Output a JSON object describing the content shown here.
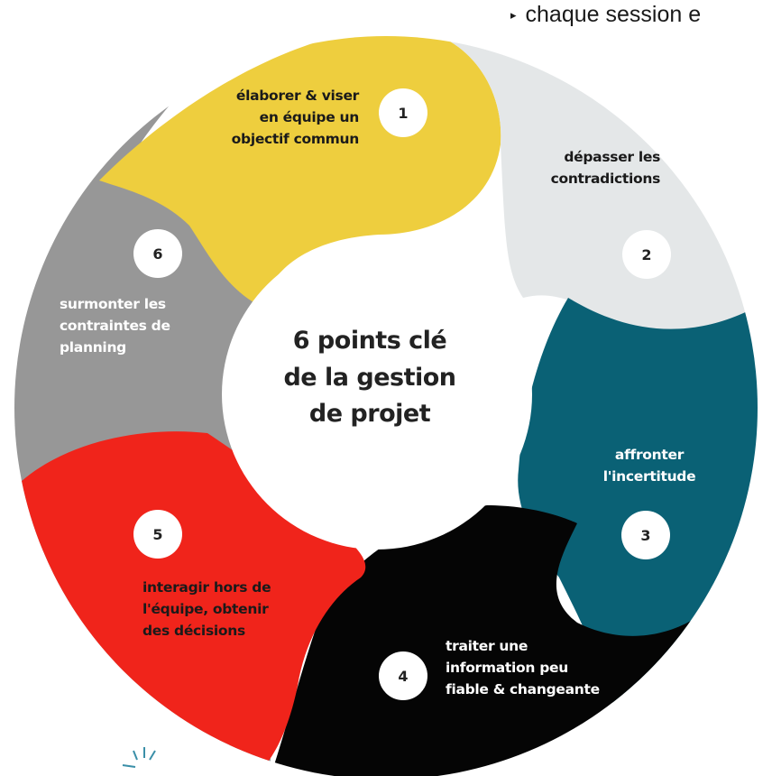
{
  "header": {
    "bullet_text": "chaque session e"
  },
  "center": {
    "lines": [
      "6 points clé",
      "de la gestion",
      "de projet"
    ]
  },
  "segments": [
    {
      "number": "1",
      "color": "#eece3e",
      "text_color": "#1a1a1a",
      "lines": [
        "élaborer & viser",
        "en équipe un",
        "objectif commun"
      ]
    },
    {
      "number": "2",
      "color": "#e4e7e8",
      "text_color": "#1a1a1a",
      "lines": [
        "dépasser les",
        "contradictions"
      ]
    },
    {
      "number": "3",
      "color": "#0a6175",
      "text_color": "#ffffff",
      "lines": [
        "affronter",
        "l'incertitude"
      ]
    },
    {
      "number": "4",
      "color": "#050505",
      "text_color": "#ffffff",
      "lines": [
        "traiter une",
        "information peu",
        "fiable & changeante"
      ]
    },
    {
      "number": "5",
      "color": "#f0241b",
      "text_color": "#1a1a1a",
      "lines": [
        "interagir hors de",
        "l'équipe, obtenir",
        "des décisions"
      ]
    },
    {
      "number": "6",
      "color": "#979797",
      "text_color": "#ffffff",
      "lines": [
        "surmonter les",
        "contraintes de",
        "planning"
      ]
    }
  ]
}
